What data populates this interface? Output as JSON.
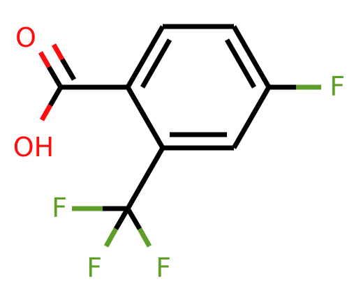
{
  "molecule": {
    "atoms": [
      {
        "id": "O_carbonyl",
        "label": "O",
        "color": "#ff0d0d"
      },
      {
        "id": "OH",
        "label": "OH",
        "color": "#ff0d0d"
      },
      {
        "id": "F_para",
        "label": "F",
        "color": "#5f9e28"
      },
      {
        "id": "F_cf3_left",
        "label": "F",
        "color": "#5f9e28"
      },
      {
        "id": "F_cf3_bottom_left",
        "label": "F",
        "color": "#5f9e28"
      },
      {
        "id": "F_cf3_bottom_right",
        "label": "F",
        "color": "#5f9e28"
      }
    ],
    "bond_color": "#000000"
  }
}
